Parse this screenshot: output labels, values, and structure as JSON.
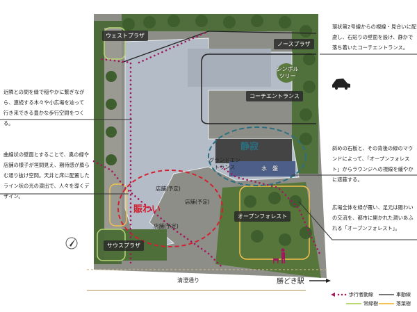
{
  "notes": {
    "coach_entrance": "環状第2号線からの視線・見合いに配慮し、石貼りの壁面を設け、静かで落ち着いたコーチエントランス。",
    "walkway": "近隣との間を緑で穏やかに繋ぎながら、連続する木々や小広場を辿って行き来できる豊かな歩行空間をつくる。",
    "curved_wall": "曲線状の壁面とすることで、奥の緑や店舗の様子が垣間見え、期待感が膨らむ通り抜け空間。天井と床に配置したライン状の光の演出で、人々を導くデザイン。",
    "mound": "斜めの石板と、その背後の緑のマウンドによって、「オープンフォレスト」からラウンジへの視線を緩やかに遮蔽する。",
    "open_forest": "広場全体を緑が覆い、足元は賑わいの交流を、都市に開かれた潤いあふれる「オープンフォレスト」。"
  },
  "map_labels": {
    "west_plaza": "ウェストプラザ",
    "north_plaza": "ノースプラザ",
    "symbol_tree": "シンボルツリー",
    "coach_entrance": "コーチエントランス",
    "serenity": "静寂",
    "grand_entrance": "グランドエントランス",
    "water_basin": "水　盤",
    "store1": "店舗(予定)",
    "store2": "店舗(予定)",
    "store3": "店舗(予定)",
    "bustle": "賑わい",
    "open_forest": "オープンフォレスト",
    "south_plaza": "サウスプラザ",
    "street": "清澄通り",
    "station": "勝どき駅"
  },
  "legend": {
    "pedestrian": "歩行者動線",
    "vehicle": "車動線",
    "evergreen": "常緑樹",
    "deciduous": "落葉樹"
  },
  "colors": {
    "pedestrian": "#a0185e",
    "bustle": "#d42030",
    "serenity": "#2b6f80",
    "evergreen": "#b9d872",
    "deciduous": "#f2c14e",
    "street": "#c9b48c"
  },
  "icons": [
    "compass-icon",
    "car-icon",
    "pedestrian-dog-icon",
    "arrow-right-icon"
  ]
}
